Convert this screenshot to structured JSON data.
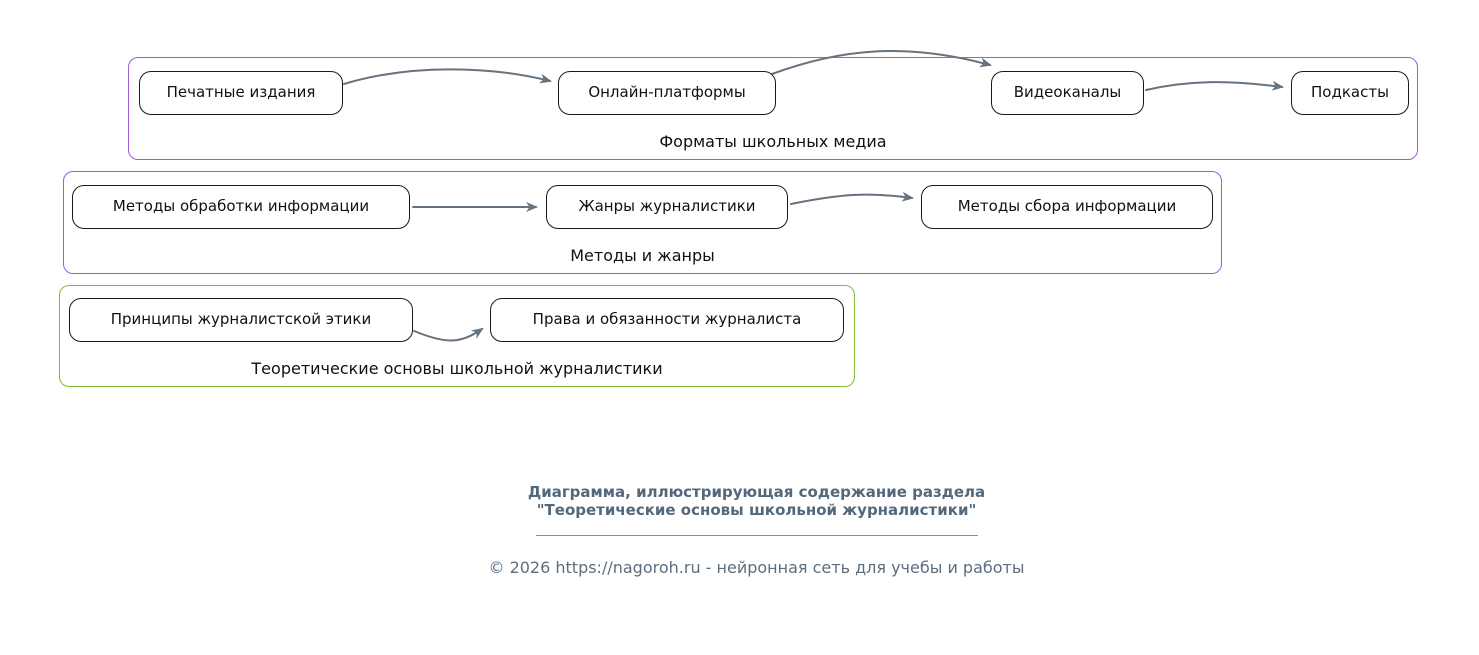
{
  "diagram": {
    "type": "flowchart",
    "arrow_color": "#64737f",
    "clusters": [
      {
        "label": "Форматы школьных медиа",
        "border_color": "#9b5ed6",
        "nodes": [
          {
            "label": "Печатные издания"
          },
          {
            "label": "Онлайн-платформы"
          },
          {
            "label": "Видеоканалы"
          },
          {
            "label": "Подкасты"
          }
        ]
      },
      {
        "label": "Методы и жанры",
        "border_color": "#9b5ed6",
        "nodes": [
          {
            "label": "Методы обработки информации"
          },
          {
            "label": "Жанры журналистики"
          },
          {
            "label": "Методы сбора информации"
          }
        ]
      },
      {
        "label": "Теоретические основы школьной журналистики",
        "border_color": "#86b63e",
        "nodes": [
          {
            "label": "Принципы журналистской этики"
          },
          {
            "label": "Права и обязанности журналиста"
          }
        ]
      }
    ],
    "edges": [
      {
        "from": "Печатные издания",
        "to": "Онлайн-платформы"
      },
      {
        "from": "Онлайн-платформы",
        "to": "Видеоканалы"
      },
      {
        "from": "Видеоканалы",
        "to": "Подкасты"
      },
      {
        "from": "Методы обработки информации",
        "to": "Жанры журналистики"
      },
      {
        "from": "Жанры журналистики",
        "to": "Методы сбора информации"
      },
      {
        "from": "Принципы журналистской этики",
        "to": "Права и обязанности журналиста"
      }
    ]
  },
  "footer": {
    "caption_line1": "Диаграмма, иллюстрирующая содержание раздела",
    "caption_line2": "\"Теоретические основы школьной журналистики\"",
    "copyright": "© 2026 https://nagoroh.ru - нейронная сеть для учебы и работы",
    "text_color": "#5b6e80"
  }
}
